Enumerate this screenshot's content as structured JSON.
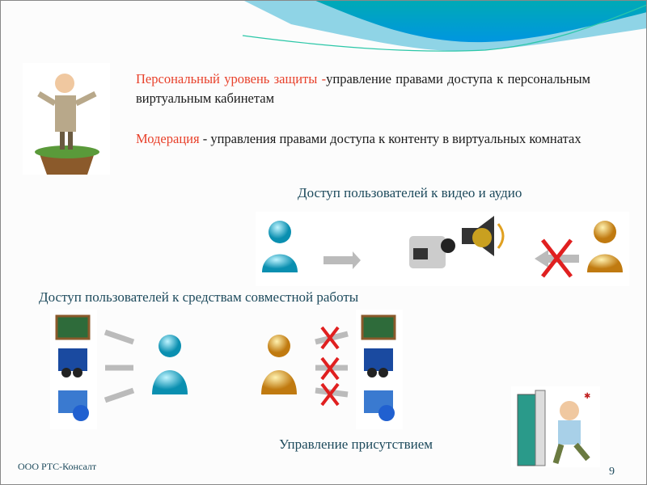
{
  "slide": {
    "paragraphs": [
      {
        "highlight": "Персональный уровень защиты -",
        "text": "управление правами доступа к персональным виртуальным кабинетам"
      },
      {
        "highlight": "Модерация",
        "text": " - управления правами доступа к контенту в виртуальных комнатах"
      }
    ],
    "section_video_audio": "Доступ пользователей к видео и аудио",
    "section_collab": "Доступ пользователей к средствам совместной работы",
    "section_presence": "Управление присутствием"
  },
  "footer": {
    "company": "ООО РТС-Консалт",
    "page_number": "9"
  },
  "colors": {
    "accent_red": "#e8402a",
    "heading": "#1d4a5c",
    "wave": "#0a9ed8"
  }
}
